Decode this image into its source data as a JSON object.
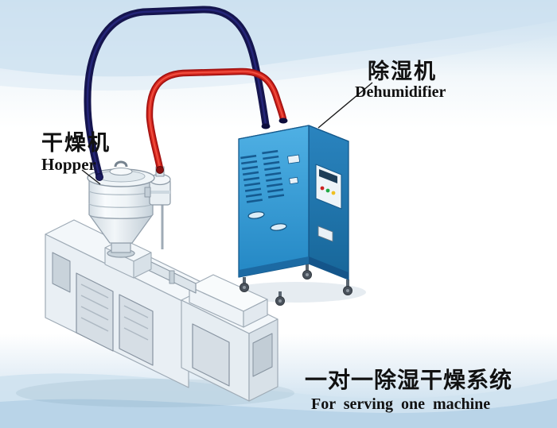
{
  "diagram": {
    "type": "product-diagram",
    "labels": {
      "hopper": {
        "cn": "干燥机",
        "en": "Hopper"
      },
      "dehumidifier": {
        "cn": "除湿机",
        "en": "Dehumidifier"
      }
    },
    "caption": {
      "cn": "一对一除湿干燥系统",
      "en": "For serving one machine"
    },
    "components": [
      {
        "name": "dehumidifier-cabinet",
        "color": "#2f9ad6"
      },
      {
        "name": "hopper-dryer",
        "color": "#eef3f6"
      },
      {
        "name": "extruder-machine",
        "color": "#e9eff4"
      },
      {
        "name": "return-air-hose",
        "color": "#191a5e"
      },
      {
        "name": "dry-air-hose",
        "color": "#cc1d1d"
      }
    ],
    "colors": {
      "cabinet_front": "#2f9ad6",
      "cabinet_side": "#1f7ab8",
      "cabinet_top": "#8ccbee",
      "hose_red": "#cc1d1d",
      "hose_navy": "#191a5e",
      "background_blue": "#c6dded",
      "machine_body": "#e9eff4",
      "text": "#111111"
    }
  }
}
